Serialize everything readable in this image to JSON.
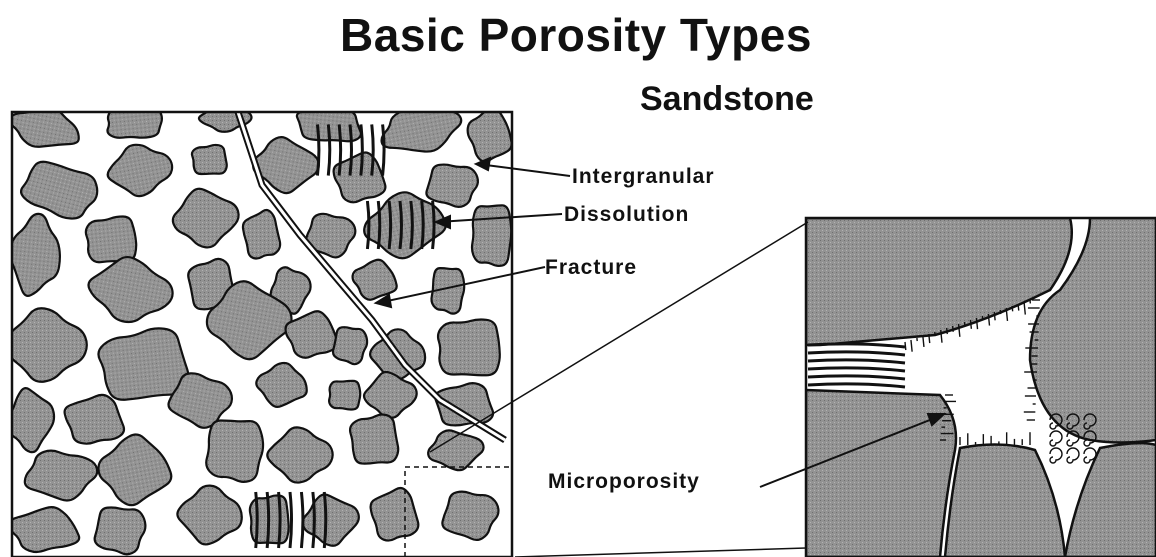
{
  "title": "Basic Porosity Types",
  "subtitle": "Sandstone",
  "labels": {
    "intergranular": "Intergranular",
    "dissolution": "Dissolution",
    "fracture": "Fracture",
    "microporosity": "Microporosity"
  },
  "colors": {
    "grain": "#8f8f8f",
    "pore": "#ffffff",
    "outline": "#111111"
  }
}
